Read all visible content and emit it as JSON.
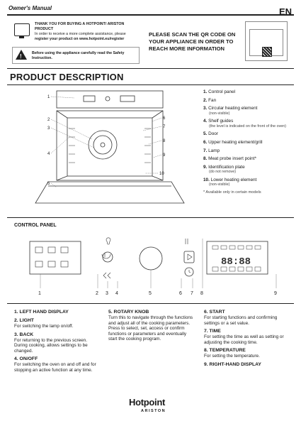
{
  "header": {
    "manual_title": "Owner's Manual",
    "language": "EN",
    "thank_title": "THANK YOU FOR BUYING A HOTPOINT/ ARISTON PRODUCT",
    "thank_body_1": "In order to receive a more complete assistance, please",
    "thank_body_2": "register your product on www.hotpoint.eu/register",
    "warning": "Before using the appliance carefully read the Safety Instruction.",
    "qr_text": "PLEASE SCAN THE QR CODE ON YOUR APPLIANCE IN ORDER TO REACH MORE INFORMATION"
  },
  "product_description": {
    "title": "PRODUCT DESCRIPTION",
    "callouts": [
      "1",
      "2",
      "3",
      "4",
      "5",
      "6",
      "7",
      "8",
      "9",
      "10"
    ],
    "parts": [
      {
        "num": "1.",
        "label": "Control panel",
        "sub": ""
      },
      {
        "num": "2.",
        "label": "Fan",
        "sub": ""
      },
      {
        "num": "3.",
        "label": "Circular heating element",
        "sub": "(non-visible)"
      },
      {
        "num": "4.",
        "label": "Shelf guides",
        "sub": "(the level is indicated on the front of the oven)"
      },
      {
        "num": "5.",
        "label": "Door",
        "sub": ""
      },
      {
        "num": "6.",
        "label": "Upper heating element/grill",
        "sub": ""
      },
      {
        "num": "7.",
        "label": "Lamp",
        "sub": ""
      },
      {
        "num": "8.",
        "label": "Meat probe insert point*",
        "sub": ""
      },
      {
        "num": "9.",
        "label": "Identification plate",
        "sub": "(do not remove)"
      },
      {
        "num": "10.",
        "label": "Lower heating element",
        "sub": "(non-visible)"
      }
    ],
    "note": "* Available only in certain models"
  },
  "control_panel": {
    "title": "CONTROL PANEL",
    "display_digits": "88:88",
    "callouts": [
      "1",
      "2",
      "3",
      "4",
      "5",
      "6",
      "7",
      "8",
      "9"
    ]
  },
  "descriptions": {
    "col1": [
      {
        "title": "1. LEFT HAND DISPLAY",
        "body": ""
      },
      {
        "title": "2. LIGHT",
        "body": "For switching the lamp on/off."
      },
      {
        "title": "3. BACK",
        "body": "For returning to the previous screen. During cooking, allows settings to be changed."
      },
      {
        "title": "4. ON/OFF",
        "body": "For switching the oven on and off and for stopping an active function at any time."
      }
    ],
    "col2": [
      {
        "title": "5. ROTARY KNOB",
        "body": "Turn this to navigate through the functions and adjust all of the cooking parameters. Press to select, set, access or confirm functions or parameters and eventually start the cooking program."
      }
    ],
    "col3": [
      {
        "title": "6. START",
        "body": "For starting functions and confirming settings or a set value."
      },
      {
        "title": "7. TIME",
        "body": "For setting the time as well as setting or adjusting the cooking time."
      },
      {
        "title": "8. TEMPERATURE",
        "body": "For setting the temperature."
      },
      {
        "title": "9. RIGHT-HAND DISPLAY",
        "body": ""
      }
    ]
  },
  "brand": {
    "name": "Hotpoint",
    "sub": "ARISTON"
  }
}
